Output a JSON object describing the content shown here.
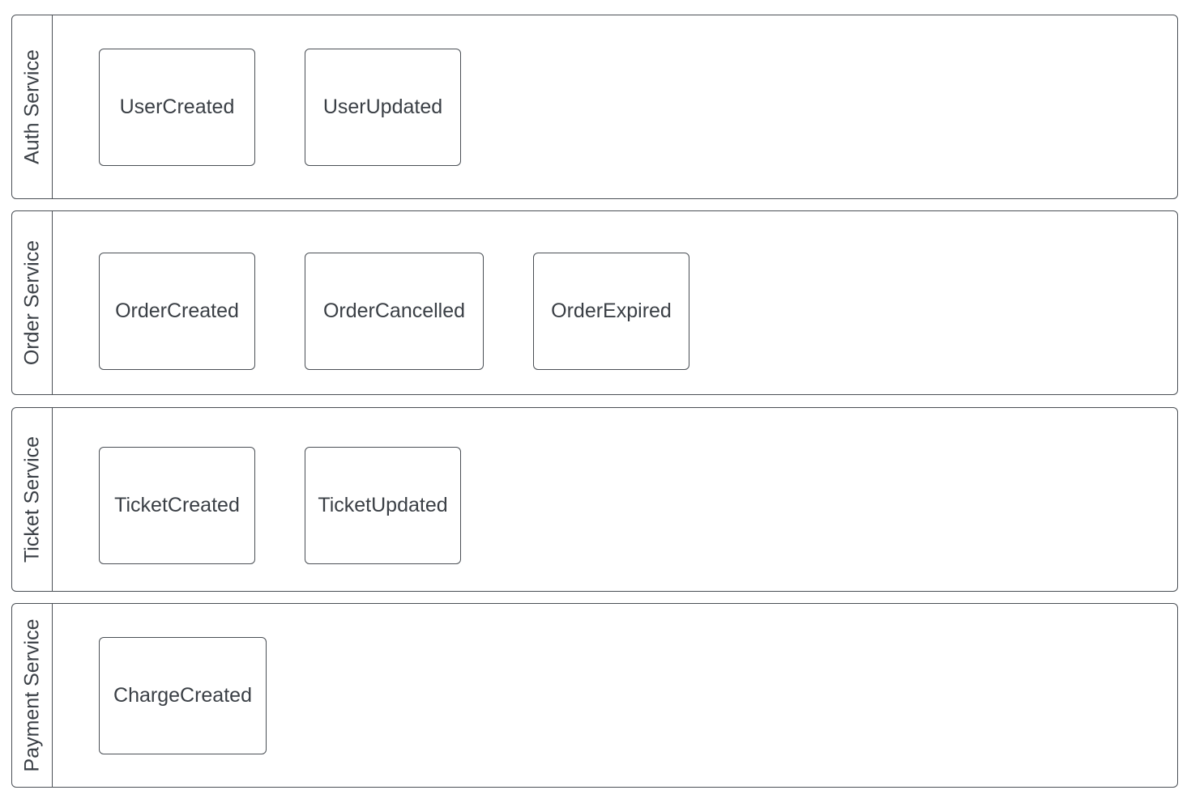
{
  "lanes": [
    {
      "title": "Auth Service",
      "events": [
        "UserCreated",
        "UserUpdated"
      ]
    },
    {
      "title": "Order Service",
      "events": [
        "OrderCreated",
        "OrderCancelled",
        "OrderExpired"
      ]
    },
    {
      "title": "Ticket Service",
      "events": [
        "TicketCreated",
        "TicketUpdated"
      ]
    },
    {
      "title": "Payment Service",
      "events": [
        "ChargeCreated"
      ]
    }
  ],
  "colors": {
    "border": "#4a4f55",
    "text": "#3a3f45",
    "background": "#ffffff"
  }
}
